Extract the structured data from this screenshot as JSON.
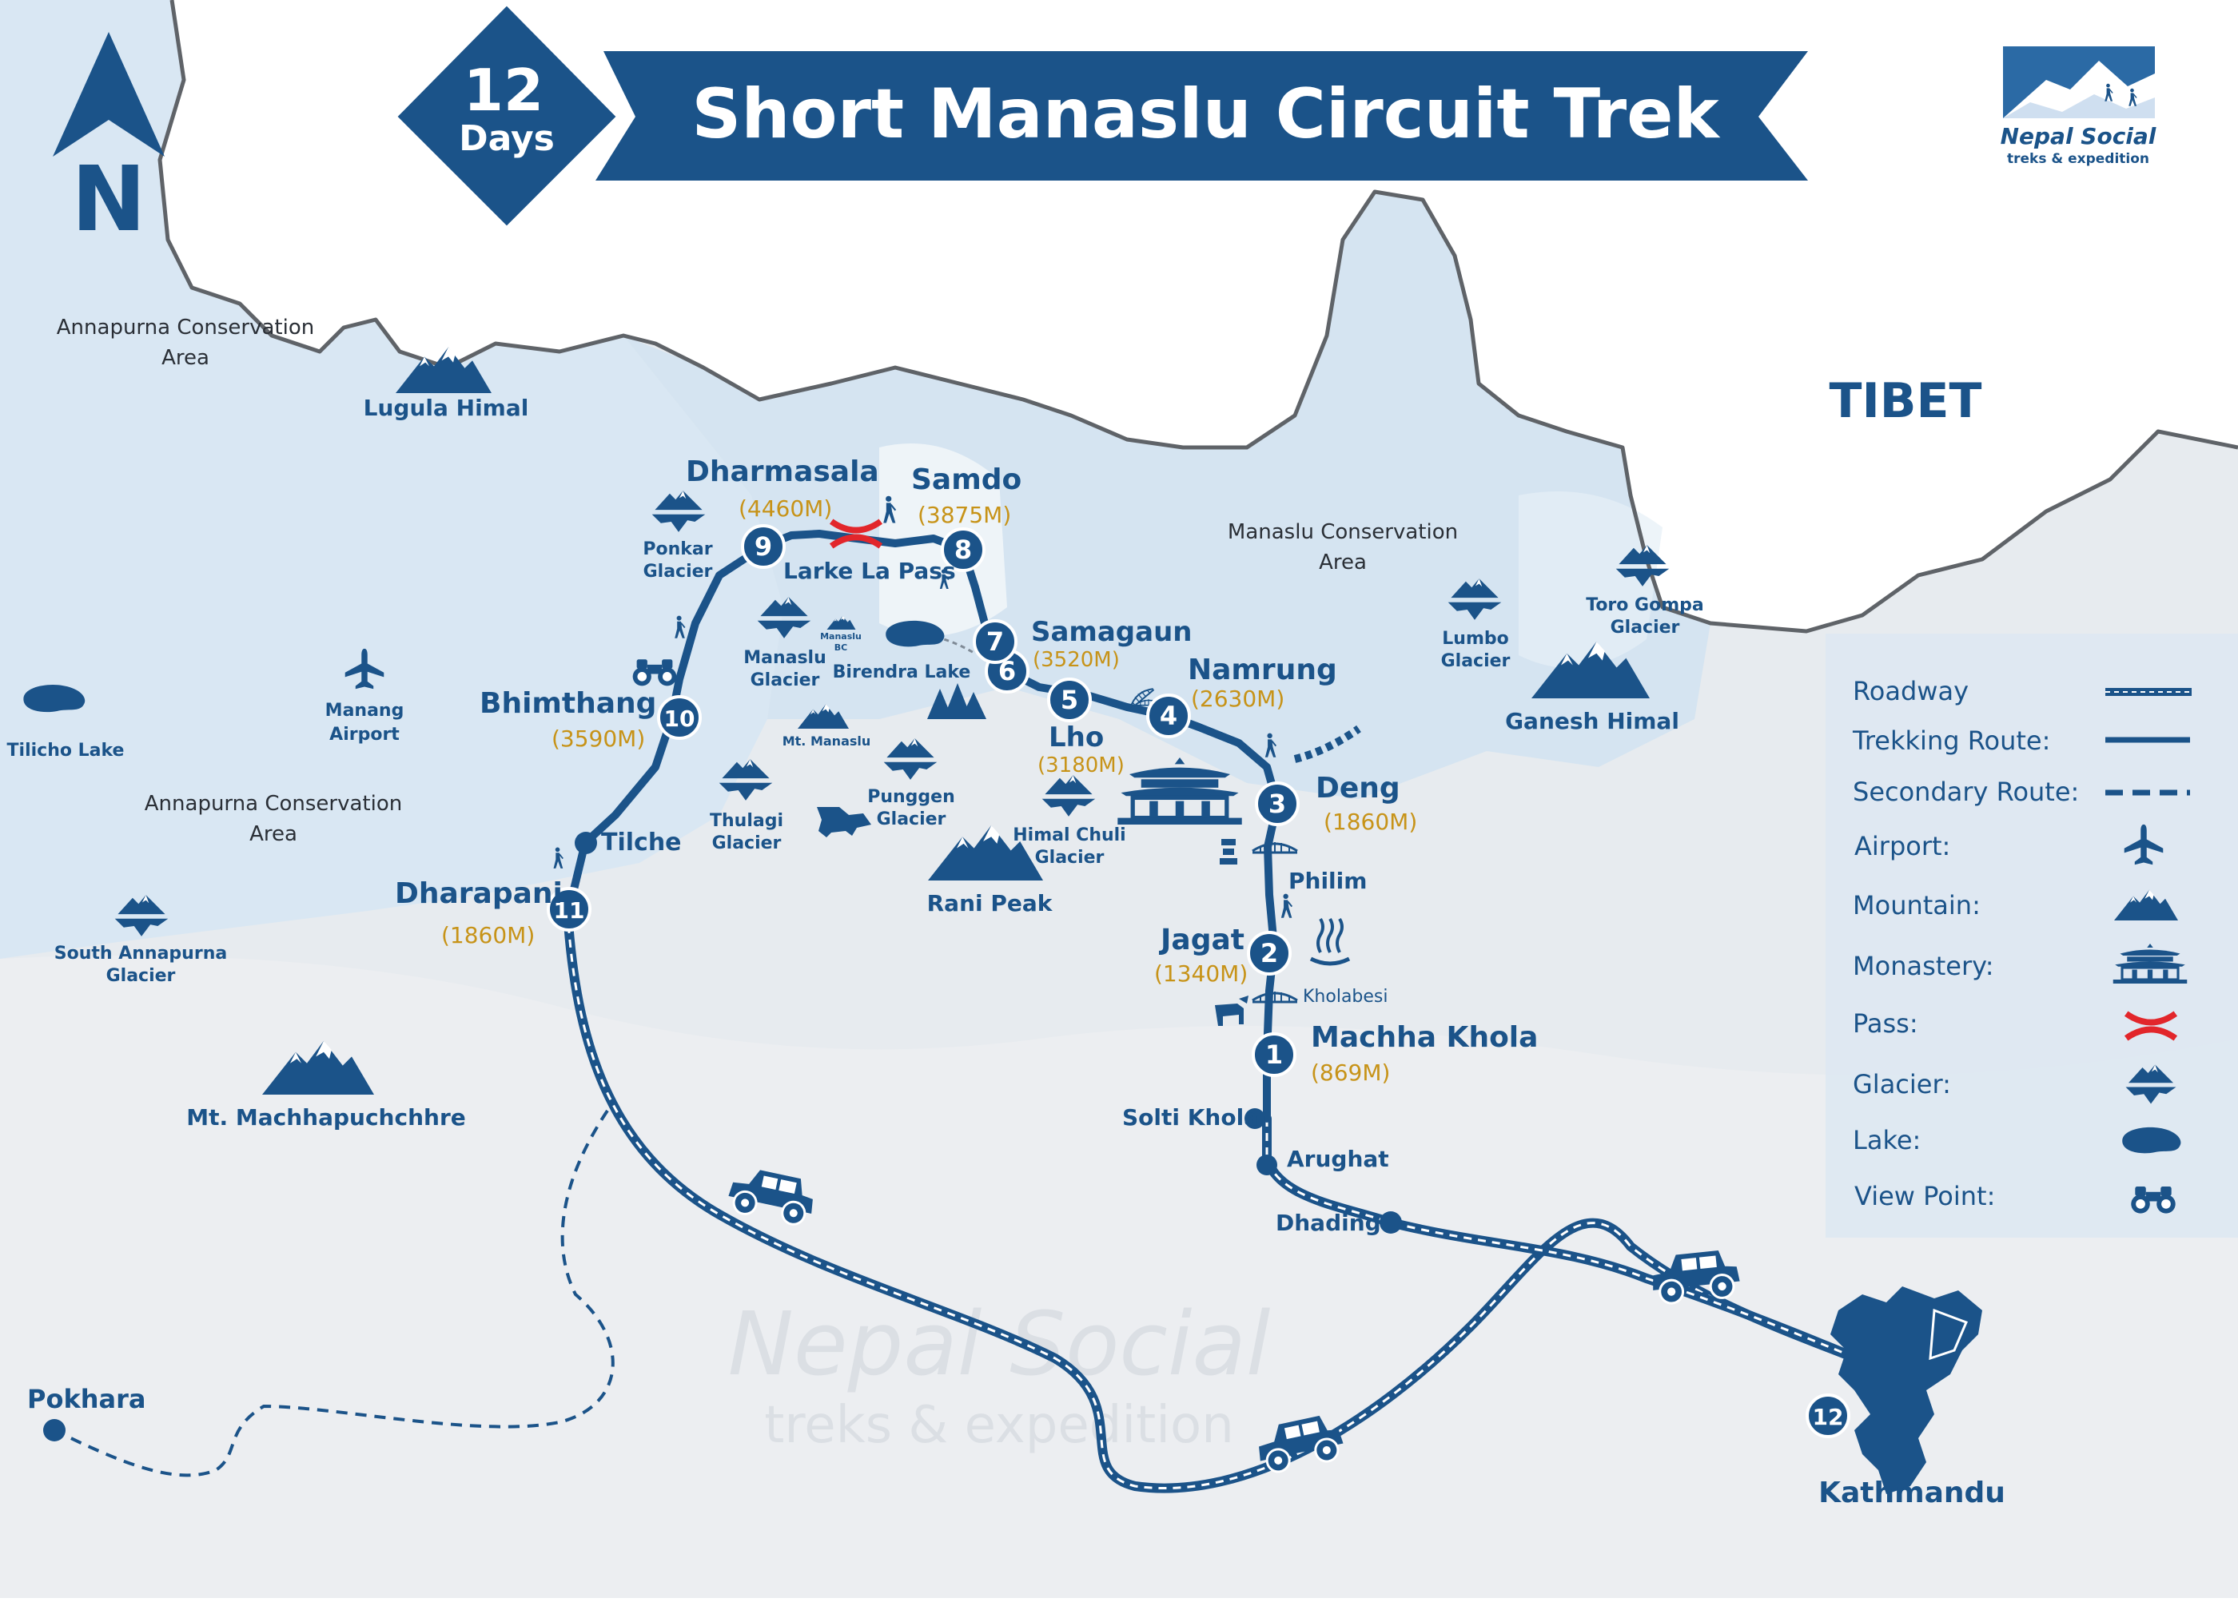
{
  "title": "Short Manaslu Circuit Trek",
  "duration": {
    "number": "12",
    "unit": "Days"
  },
  "north": "N",
  "logo": {
    "line1": "Nepal Social",
    "line2": "treks & expedition"
  },
  "watermark": {
    "line1": "Nepal Social",
    "line2": "treks & expedition"
  },
  "regions": {
    "tibet": "TIBET",
    "acap_north": [
      "Annapurna Conservation",
      "Area"
    ],
    "acap_south": [
      "Annapurna Conservation",
      "Area"
    ],
    "mcap": [
      "Manaslu Conservation",
      "Area"
    ]
  },
  "stops": [
    {
      "num": "1",
      "name": "Machha Khola",
      "alt": "(869M)"
    },
    {
      "num": "2",
      "name": "Jagat",
      "alt": "(1340M)"
    },
    {
      "num": "3",
      "name": "Deng",
      "alt": "(1860M)"
    },
    {
      "num": "4",
      "name": "Namrung",
      "alt": "(2630M)"
    },
    {
      "num": "5",
      "name": "Lho",
      "alt": "(3180M)"
    },
    {
      "num": "6",
      "name": "Samagaun",
      "alt": "(3520M)"
    },
    {
      "num": "7",
      "name": "",
      "alt": ""
    },
    {
      "num": "8",
      "name": "Samdo",
      "alt": "(3875M)"
    },
    {
      "num": "9",
      "name": "Dharmasala",
      "alt": "(4460M)"
    },
    {
      "num": "10",
      "name": "Bhimthang",
      "alt": "(3590M)"
    },
    {
      "num": "11",
      "name": "Dharapani",
      "alt": "(1860M)"
    },
    {
      "num": "12",
      "name": "Kathmandu",
      "alt": ""
    }
  ],
  "waypoints": {
    "philim": "Philim",
    "kholabesi": "Kholabesi",
    "solti": "Solti Khola",
    "arughat": "Arughat",
    "dhading": "Dhading",
    "tilche": "Tilche",
    "pokhara": "Pokhara",
    "pass": "Larke La Pass"
  },
  "features": {
    "lugula": "Lugula Himal",
    "ponkar": [
      "Ponkar",
      "Glacier"
    ],
    "manaslu_glacier": [
      "Manaslu",
      "Glacier"
    ],
    "manaslu_bc": [
      "Manaslu",
      "BC"
    ],
    "birendra": "Birendra Lake",
    "mt_manaslu": "Mt. Manaslu",
    "thulagi": [
      "Thulagi",
      "Glacier"
    ],
    "punggen": [
      "Punggen",
      "Glacier"
    ],
    "himal_chuli": [
      "Himal Chuli",
      "Glacier"
    ],
    "rani": "Rani Peak",
    "manang_airport": [
      "Manang",
      "Airport"
    ],
    "tilicho": "Tilicho Lake",
    "south_annapurna": [
      "South Annapurna",
      "Glacier"
    ],
    "machhapuchchhre": "Mt. Machhapuchchhre",
    "lumbo": [
      "Lumbo",
      "Glacier"
    ],
    "toro": [
      "Toro Gompa",
      "Glacier"
    ],
    "ganesh": "Ganesh Himal"
  },
  "legend": {
    "items": [
      "Roadway",
      "Trekking Route:",
      "Secondary Route:",
      "Airport:",
      "Mountain:",
      "Monastery:",
      "Pass:",
      "Glacier:",
      "Lake:",
      "View Point:"
    ]
  },
  "colors": {
    "route": "#1b5389",
    "altitude": "#c79318",
    "pass": "#e2262b",
    "snow": "#d6e6f3",
    "terrain": "#e9ecef"
  }
}
